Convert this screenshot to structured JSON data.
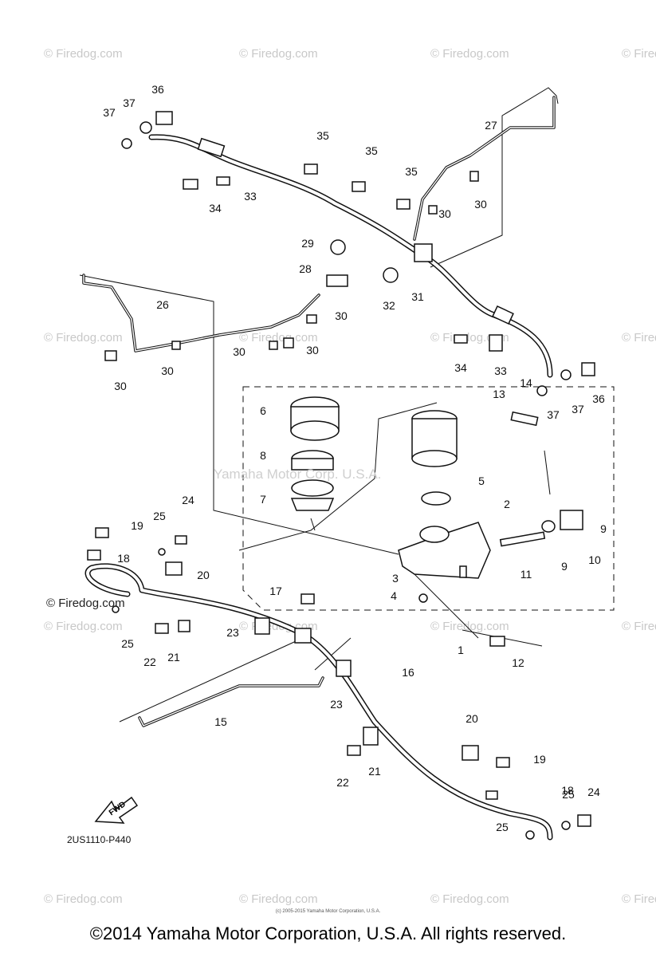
{
  "watermark_tiles": [
    "© Firedog.com",
    "© Firedog.com",
    "© Firedog.com",
    "© Firedog.com",
    "© Firedog.com",
    "© Firedog.com",
    "© Firedog.com",
    "© Firedog.com",
    "© Firedog.com",
    "© Firedog.com",
    "© Firedog.com",
    "© Firedog.com",
    "© Firedog.com",
    "© Firedog.com",
    "© Firedog.com",
    "© Firedog.com"
  ],
  "watermark_firedog": "© Firedog.com",
  "watermark_center": "Yamaha Motor Corp. U.S.A.",
  "diagram_code": "2US1110-P440",
  "fwd_label": "FWD",
  "copyright": "©2014 Yamaha Motor Corporation, U.S.A. All rights reserved.",
  "copyright_small": "(c) 2005-2015 Yamaha Motor Corporation, U.S.A.",
  "callouts": [
    "1",
    "2",
    "3",
    "4",
    "5",
    "6",
    "7",
    "8",
    "9",
    "9",
    "10",
    "11",
    "12",
    "13",
    "14",
    "15",
    "16",
    "17",
    "18",
    "18",
    "19",
    "19",
    "20",
    "20",
    "21",
    "21",
    "22",
    "22",
    "23",
    "23",
    "24",
    "24",
    "25",
    "25",
    "25",
    "25",
    "26",
    "27",
    "28",
    "29",
    "30",
    "30",
    "30",
    "30",
    "30",
    "30",
    "30",
    "31",
    "32",
    "33",
    "33",
    "34",
    "34",
    "35",
    "35",
    "35",
    "36",
    "36",
    "37",
    "37",
    "37",
    "37"
  ]
}
